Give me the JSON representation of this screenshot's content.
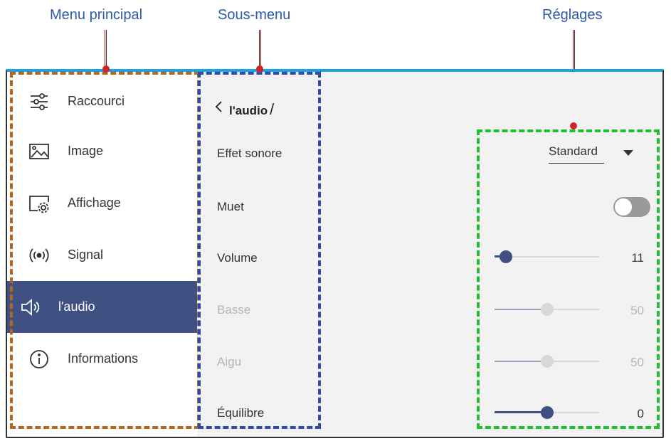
{
  "callouts": {
    "main_menu": "Menu principal",
    "submenu": "Sous-menu",
    "settings": "Réglages"
  },
  "menu": {
    "items": [
      {
        "label": "Raccourci",
        "icon": "sliders-icon"
      },
      {
        "label": "Image",
        "icon": "image-icon"
      },
      {
        "label": "Affichage",
        "icon": "display-gear-icon"
      },
      {
        "label": "Signal",
        "icon": "signal-icon"
      },
      {
        "label": "l'audio",
        "icon": "speaker-icon",
        "active": true
      },
      {
        "label": "Informations",
        "icon": "info-icon"
      }
    ]
  },
  "submenu": {
    "breadcrumb": "l'audio",
    "separator": "/",
    "back_icon": "chevron-left-icon",
    "items": [
      {
        "label": "Effet sonore",
        "enabled": true
      },
      {
        "label": "Muet",
        "enabled": true
      },
      {
        "label": "Volume",
        "enabled": true
      },
      {
        "label": "Basse",
        "enabled": false
      },
      {
        "label": "Aigu",
        "enabled": false
      },
      {
        "label": "Équilibre",
        "enabled": true
      }
    ]
  },
  "settings": {
    "sound_effect": "Standard",
    "mute": false,
    "volume": {
      "value": "11",
      "level": 0.11
    },
    "bass": {
      "value": "50",
      "level": 0.5
    },
    "treble": {
      "value": "50",
      "level": 0.5
    },
    "balance": {
      "value": "0",
      "level": 0.5
    }
  },
  "colors": {
    "accent": "#3f5182",
    "frame_top": "#1aa3e0",
    "main_menu_box": "#b5651d",
    "submenu_box": "#2f4aa8",
    "settings_box": "#1fbf2f",
    "callout_text": "#2f5aa8",
    "callout_dot": "#d2232a"
  }
}
